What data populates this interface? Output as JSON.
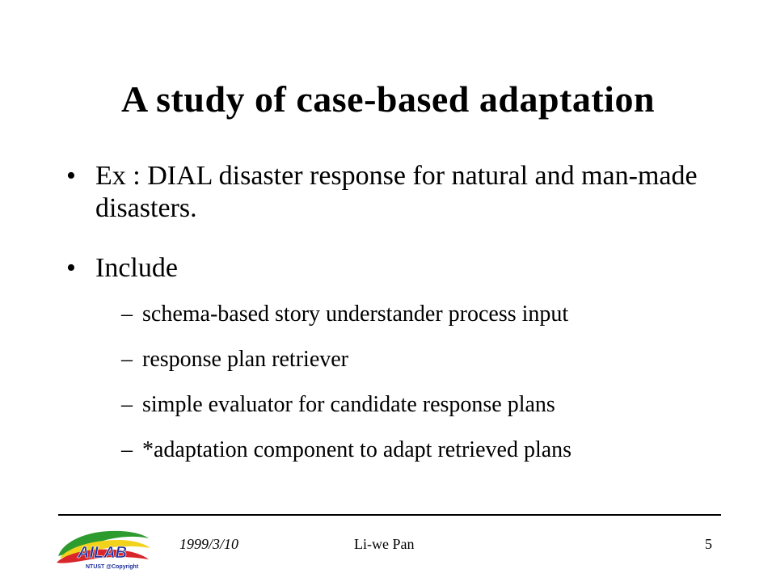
{
  "slide": {
    "title": "A study of case-based adaptation",
    "bullets": [
      {
        "marker": "•",
        "text": "Ex : DIAL  disaster response for natural and man-made disasters."
      },
      {
        "marker": "•",
        "text": "Include"
      }
    ],
    "sub_items": [
      {
        "marker": "–",
        "text": "schema-based story understander process input"
      },
      {
        "marker": "–",
        "text": "response plan retriever"
      },
      {
        "marker": "–",
        "text": "simple evaluator for candidate response plans"
      },
      {
        "marker": "–",
        "text": "*adaptation component to adapt retrieved plans"
      }
    ]
  },
  "footer": {
    "date": "1999/3/10",
    "author": "Li-we Pan",
    "page": "5"
  },
  "logo": {
    "text": "AILAB",
    "subtext": "NTUST @Copyright",
    "colors": {
      "green": "#2e9b2e",
      "yellow": "#f2d21b",
      "red": "#d8262b",
      "blue": "#1d2f9c"
    }
  }
}
